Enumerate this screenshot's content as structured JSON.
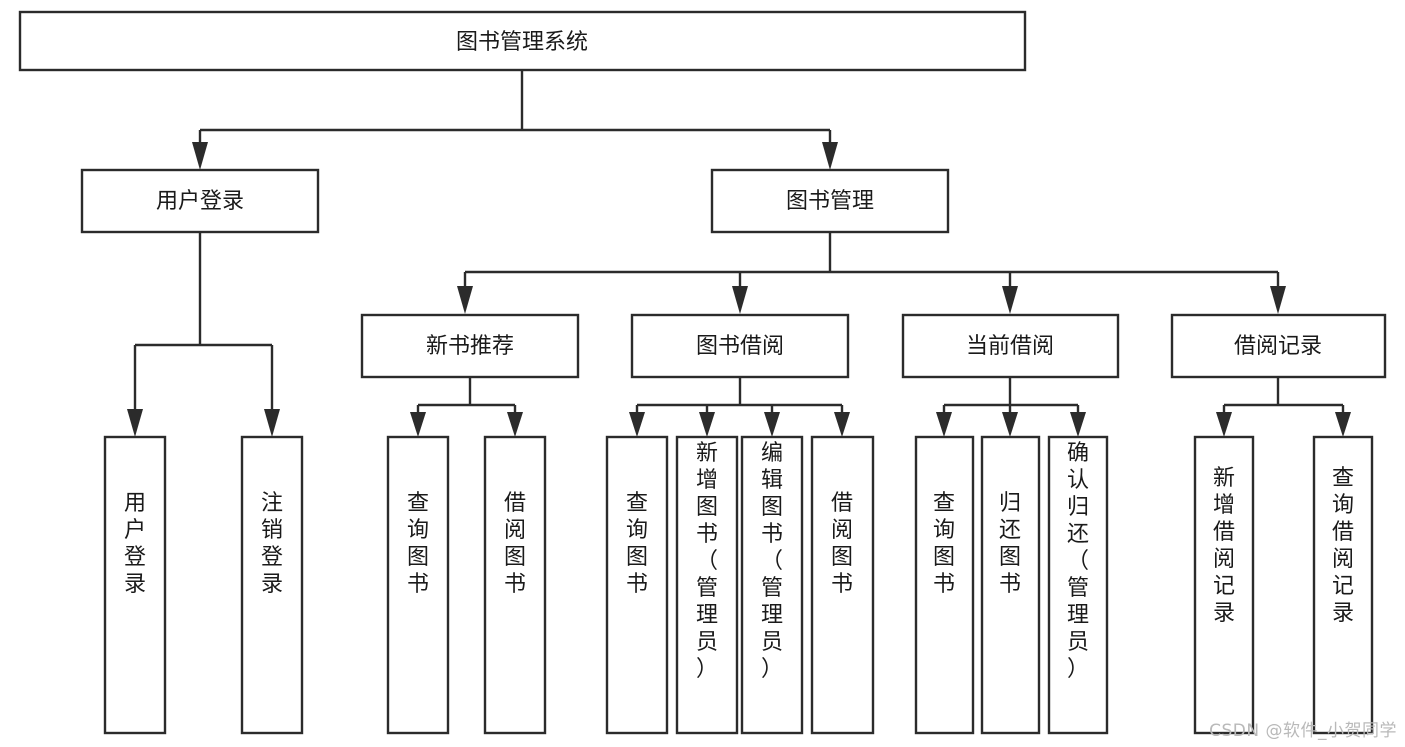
{
  "diagram": {
    "type": "hierarchy-tree",
    "title": "图书管理系统",
    "watermark": "CSDN @软件_小贺同学",
    "colors": {
      "stroke": "#2b2b2b",
      "box_fill": "#ffffff",
      "text": "#1a1a1a",
      "background": "#ffffff",
      "watermark": "#b9b9b9"
    },
    "levels": {
      "root": {
        "label": "图书管理系统"
      },
      "level2": [
        {
          "label": "用户登录"
        },
        {
          "label": "图书管理"
        }
      ],
      "level3": [
        {
          "label": "新书推荐"
        },
        {
          "label": "图书借阅"
        },
        {
          "label": "当前借阅"
        },
        {
          "label": "借阅记录"
        }
      ],
      "leaves": {
        "user_login": [
          {
            "label": "用户登录"
          },
          {
            "label": "注销登录"
          }
        ],
        "new_book_recommend": [
          {
            "label": "查询图书"
          },
          {
            "label": "借阅图书"
          }
        ],
        "book_borrow": [
          {
            "label": "查询图书"
          },
          {
            "label": "新增图书（管理员）"
          },
          {
            "label": "编辑图书（管理员）"
          },
          {
            "label": "借阅图书"
          }
        ],
        "current_borrow": [
          {
            "label": "查询图书"
          },
          {
            "label": "归还图书"
          },
          {
            "label": "确认归还（管理员）"
          }
        ],
        "borrow_record": [
          {
            "label": "新增借阅记录"
          },
          {
            "label": "查询借阅记录"
          }
        ]
      }
    }
  }
}
